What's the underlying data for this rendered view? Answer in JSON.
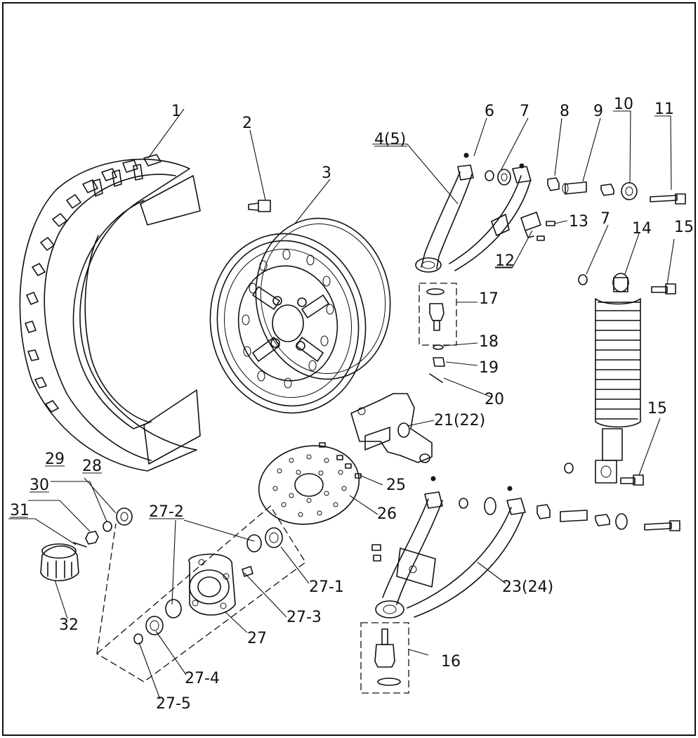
{
  "labels": {
    "p1": "1",
    "p2": "2",
    "p3": "3",
    "p4_5": "4(5)",
    "p6": "6",
    "p7a": "7",
    "p8": "8",
    "p9": "9",
    "p10": "10",
    "p11": "11",
    "p12": "12",
    "p13": "13",
    "p7b": "7",
    "p14": "14",
    "p15a": "15",
    "p15b": "15",
    "p16": "16",
    "p17": "17",
    "p18": "18",
    "p19": "19",
    "p20": "20",
    "p21_22": "21(22)",
    "p23_24": "23(24)",
    "p25": "25",
    "p26": "26",
    "p27": "27",
    "p27_1": "27-1",
    "p27_2": "27-2",
    "p27_3": "27-3",
    "p27_4": "27-4",
    "p27_5": "27-5",
    "p28": "28",
    "p29": "29",
    "p30": "30",
    "p31": "31",
    "p32": "32"
  }
}
